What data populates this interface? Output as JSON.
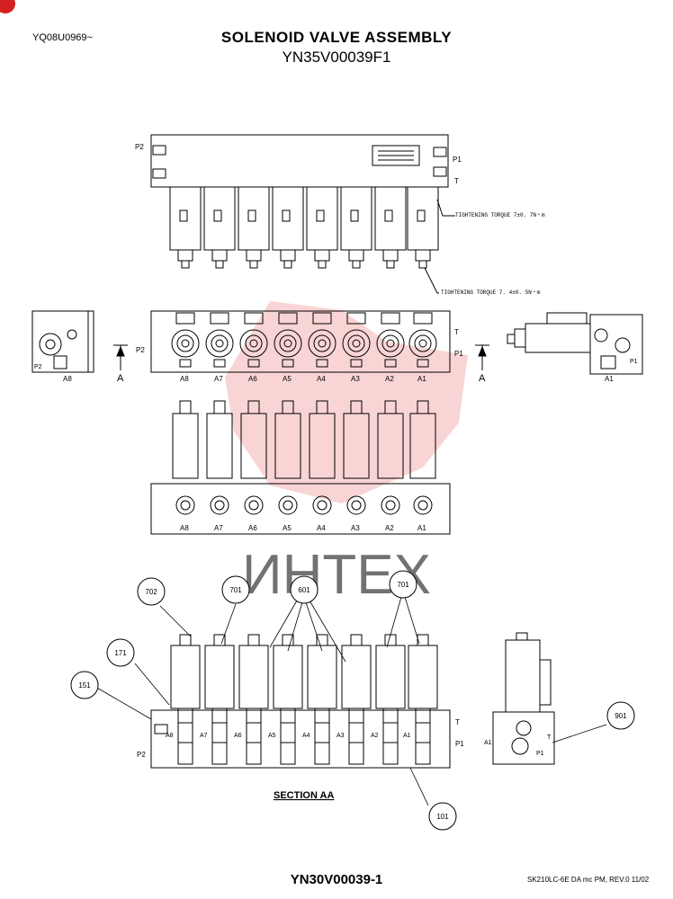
{
  "doc_code": "YQ08U0969~",
  "title": "SOLENOID VALVE ASSEMBLY",
  "subtitle": "YN35V00039F1",
  "torque_labels": {
    "upper": "TIGHTENING TORQUE 7±0. 7N・m",
    "lower": "TIGHTENING TORQUE 7. 4±0. 5N・m"
  },
  "port_labels": {
    "p1": "P1",
    "p2": "P2",
    "t": "T",
    "section_marker": "A"
  },
  "output_ports": [
    "A8",
    "A7",
    "A6",
    "A5",
    "A4",
    "A3",
    "A2",
    "A1"
  ],
  "side_view_labels": {
    "left_bottom": "A8",
    "right_bottom": "A1",
    "section_left": "A1"
  },
  "section_caption": "SECTION AA",
  "balloons": [
    "702",
    "701",
    "601",
    "701",
    "171",
    "151",
    "901",
    "101"
  ],
  "watermark": "ИНТЕХ",
  "footer_code": "YN30V00039-1",
  "footer_rev": "SK210LC-6E DA mc PM, REV.0 11/02",
  "colors": {
    "watermark_red": "#e23b3b",
    "watermark_gray": "#bdbdbd",
    "line": "#000000"
  }
}
